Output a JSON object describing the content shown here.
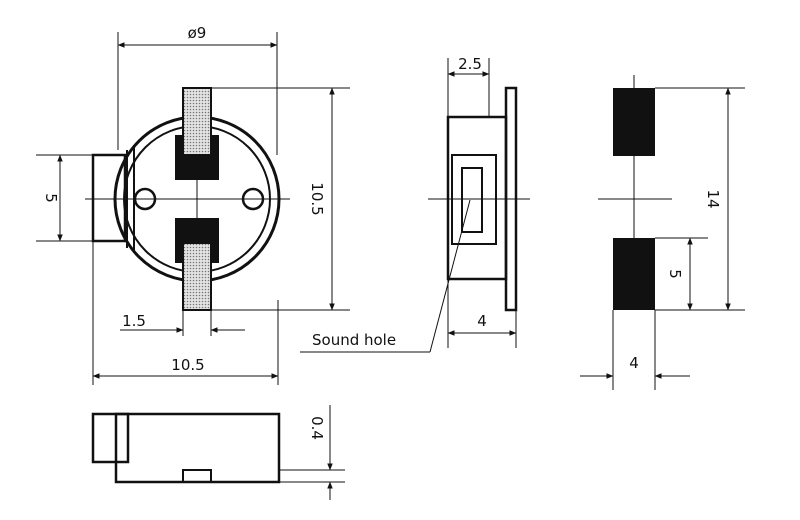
{
  "labels": {
    "dia": "ø9",
    "left_5": "5",
    "top_10_5": "10.5",
    "width_1_5": "1.5",
    "width_10_5": "10.5",
    "side_2_5": "2.5",
    "side_4": "4",
    "sound_hole": "Sound hole",
    "pad_14": "14",
    "pad_5": "5",
    "pad_4": "4",
    "bottom_0_4": "0.4"
  },
  "colors": {
    "ink": "#111111",
    "pad_fill": "#111111",
    "hatch": "#c8c8c8"
  }
}
